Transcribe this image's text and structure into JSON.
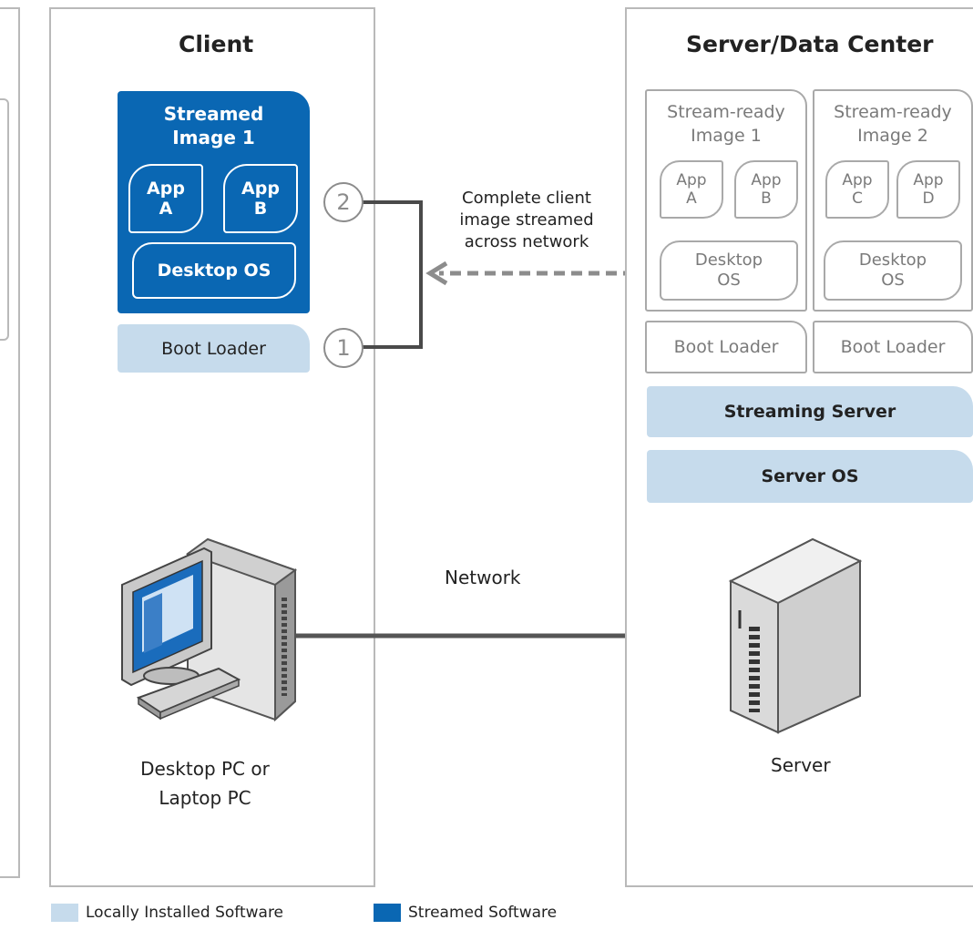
{
  "client": {
    "title": "Client",
    "streamed_image": {
      "title_line1": "Streamed",
      "title_line2": "Image 1",
      "app_a": [
        "App",
        "A"
      ],
      "app_b": [
        "App",
        "B"
      ],
      "os": "Desktop OS"
    },
    "boot_loader": "Boot Loader",
    "device_label": [
      "Desktop PC or",
      "Laptop PC"
    ]
  },
  "steps": {
    "step1": "1",
    "step2": "2"
  },
  "stream_note": [
    "Complete client",
    "image streamed",
    "across network"
  ],
  "server": {
    "title": "Server/Data Center",
    "images": [
      {
        "title": [
          "Stream-ready",
          "Image 1"
        ],
        "apps": [
          [
            "App",
            "A"
          ],
          [
            "App",
            "B"
          ]
        ],
        "os": [
          "Desktop",
          "OS"
        ],
        "boot_loader": "Boot Loader"
      },
      {
        "title": [
          "Stream-ready",
          "Image 2"
        ],
        "apps": [
          [
            "App",
            "C"
          ],
          [
            "App",
            "D"
          ]
        ],
        "os": [
          "Desktop",
          "OS"
        ],
        "boot_loader": "Boot Loader"
      }
    ],
    "streaming_server": "Streaming Server",
    "server_os": "Server OS",
    "device_label": "Server"
  },
  "network_label": "Network",
  "legend": {
    "local": "Locally Installed Software",
    "streamed": "Streamed Software"
  },
  "colors": {
    "streamed": "#0a67b3",
    "local": "#c6dbec",
    "border": "#b9b9b9"
  }
}
